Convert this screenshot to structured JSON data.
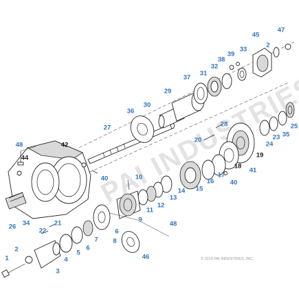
{
  "watermark": "PAI INDUSTRIES",
  "copyright": "© 2016 PAI INDUSTRIES, INC.",
  "colors": {
    "blue_label": "#2f74c0",
    "black_label": "#1a1a1a",
    "line": "#222222",
    "watermark": "#e3e3e3"
  },
  "labels": {
    "p1": "1",
    "p2a": "2",
    "p3": "3",
    "p4": "4",
    "p5": "5",
    "p6a": "6",
    "p6b": "6",
    "p7": "7",
    "p8": "8",
    "p9": "9",
    "p10": "10",
    "p11": "11",
    "p12": "12",
    "p13": "13",
    "p14": "14",
    "p15": "15",
    "p16": "16",
    "p17": "17",
    "p18": "18",
    "p19": "19",
    "p20": "20",
    "p21": "21",
    "p22": "22",
    "p23": "23",
    "p24": "24",
    "p25": "25",
    "p26": "26",
    "p27": "27",
    "p28": "28",
    "p29": "29",
    "p30": "30",
    "p31": "31",
    "p32": "32",
    "p33": "33",
    "p34": "34",
    "p35": "35",
    "p36": "36",
    "p37": "37",
    "p38": "38",
    "p39": "39",
    "p40a": "40",
    "p40b": "40",
    "p41": "41",
    "p42": "42",
    "p44": "44",
    "p45": "45",
    "p46": "46",
    "p47": "47",
    "p48a": "48",
    "p48b": "48",
    "p2b": "2"
  }
}
